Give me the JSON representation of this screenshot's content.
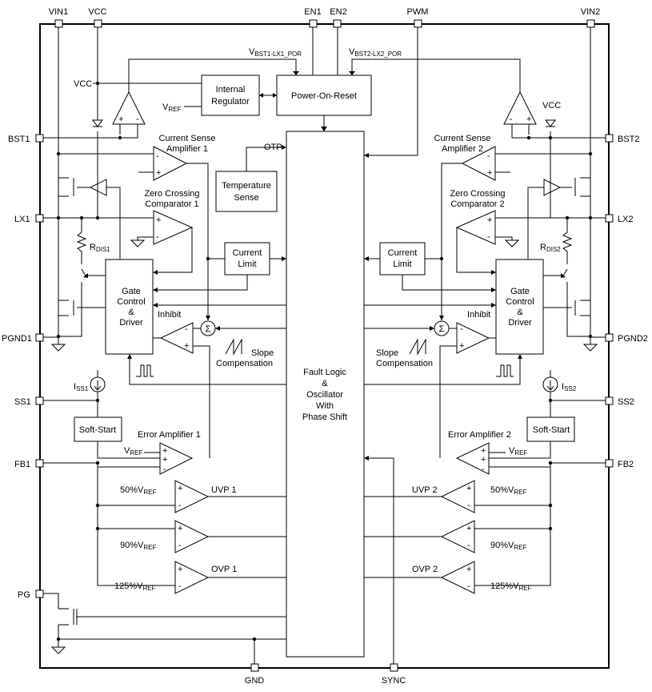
{
  "pins": {
    "vin1": "VIN1",
    "vcc": "VCC",
    "en1": "EN1",
    "en2": "EN2",
    "pwm": "PWM",
    "vin2": "VIN2",
    "bst1": "BST1",
    "lx1": "LX1",
    "pgnd1": "PGND1",
    "ss1": "SS1",
    "fb1": "FB1",
    "pg": "PG",
    "bst2": "BST2",
    "lx2": "LX2",
    "pgnd2": "PGND2",
    "ss2": "SS2",
    "fb2": "FB2",
    "gnd": "GND",
    "sync": "SYNC"
  },
  "blocks": {
    "internal_regulator": [
      "Internal",
      "Regulator"
    ],
    "power_on_reset": "Power-On-Reset",
    "temperature_sense": [
      "Temperature",
      "Sense"
    ],
    "current_limit": [
      "Current",
      "Limit"
    ],
    "gate_control": [
      "Gate",
      "Control",
      "&",
      "Driver"
    ],
    "fault_logic": [
      "Fault Logic",
      "&",
      "Oscillator",
      "With",
      "Phase Shift"
    ],
    "soft_start": "Soft-Start"
  },
  "labels": {
    "vbst1_por_main": "V",
    "vbst1_por_sub": "BST1-LX1_POR",
    "vbst2_por_main": "V",
    "vbst2_por_sub": "BST2-LX2_POR",
    "vcc": "VCC",
    "vref_main": "V",
    "vref_sub": "REF",
    "otp": "OTP",
    "csa1": [
      "Current Sense",
      "Amplifier 1"
    ],
    "csa2": [
      "Current Sense",
      "Amplifier 2"
    ],
    "zcc1": [
      "Zero Crossing",
      "Comparator 1"
    ],
    "zcc2": [
      "Zero Crossing",
      "Comparator 2"
    ],
    "rdis1_main": "R",
    "rdis1_sub": "DIS1",
    "rdis2_main": "R",
    "rdis2_sub": "DIS2",
    "inhibit": "Inhibit",
    "slope_compensation": [
      "Slope",
      "Compensation"
    ],
    "sigma": "Σ",
    "iss1_main": "I",
    "iss1_sub": "SS1",
    "iss2_main": "I",
    "iss2_sub": "SS2",
    "error_amp1": "Error Amplifier 1",
    "error_amp2": "Error Amplifier 2",
    "uvp1": "UVP 1",
    "uvp2": "UVP 2",
    "ovp1": "OVP 1",
    "ovp2": "OVP 2",
    "pct50": "50%V",
    "pct90": "90%V",
    "pct125": "125%V",
    "ref_sub": "REF",
    "plus": "+",
    "minus": "-"
  }
}
